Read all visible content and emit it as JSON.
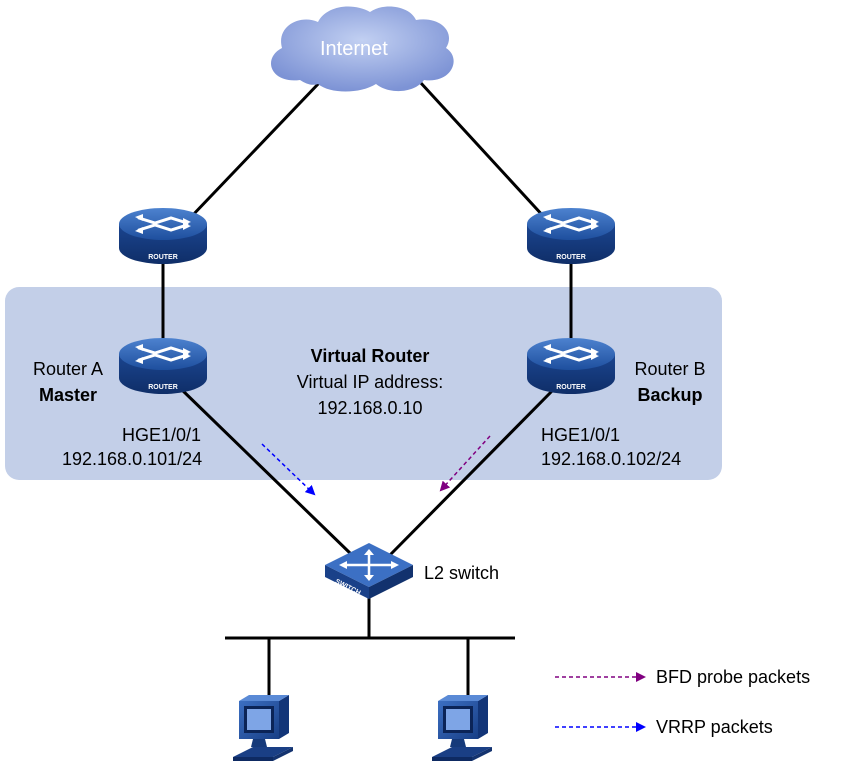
{
  "internet": {
    "label": "Internet"
  },
  "virtual_router": {
    "title": "Virtual Router",
    "vip_label": "Virtual IP address:",
    "vip_value": "192.168.0.10"
  },
  "router_a": {
    "name": "Router A",
    "role": "Master",
    "interface": "HGE1/0/1",
    "ip": "192.168.0.101/24"
  },
  "router_b": {
    "name": "Router B",
    "role": "Backup",
    "interface": "HGE1/0/1",
    "ip": "192.168.0.102/24"
  },
  "router_icon_text": "ROUTER",
  "switch": {
    "label": "L2 switch",
    "icon_text": "SWITCH"
  },
  "legend": {
    "bfd_label": "BFD probe packets",
    "vrrp_label": "VRRP packets"
  },
  "colors": {
    "vr_box_fill": "#c3cfe8",
    "router_blue": "#1f4f9c",
    "bfd_arrow": "#800080",
    "vrrp_arrow": "#0000ff",
    "cloud": "#7f97d8"
  }
}
